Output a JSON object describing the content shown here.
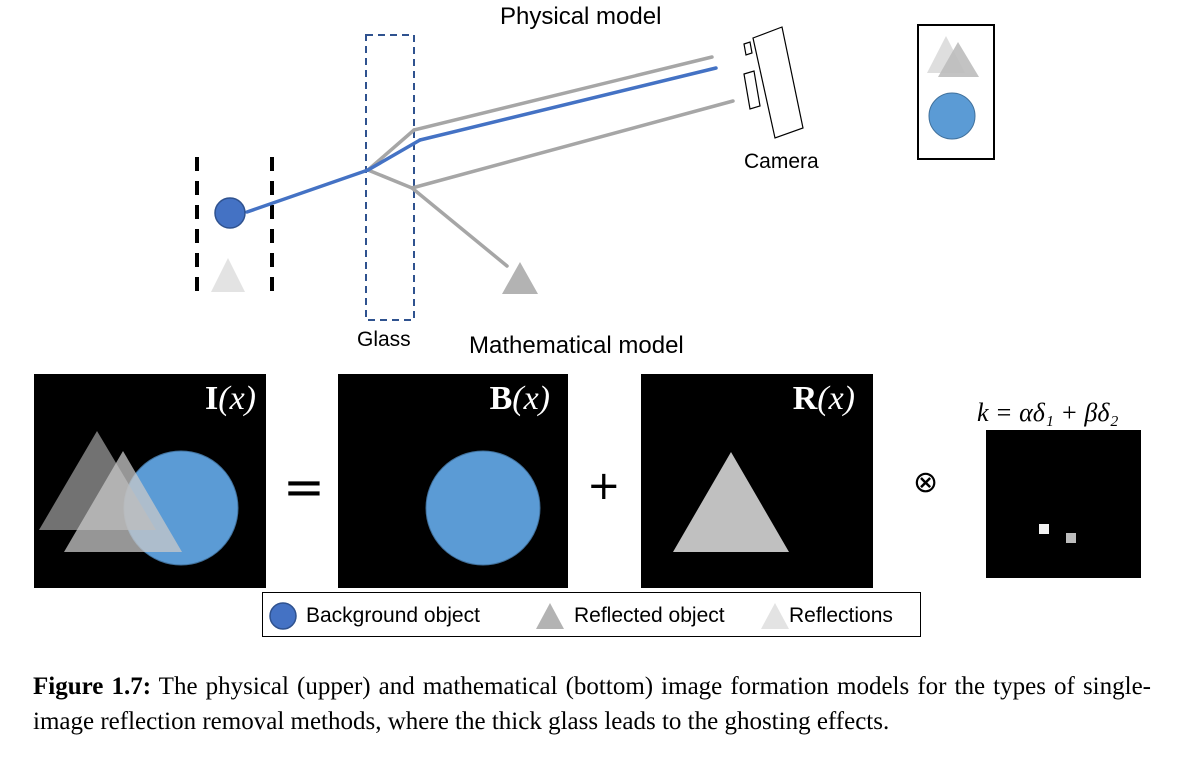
{
  "physical_model": {
    "title": "Physical model",
    "glass_label": "Glass",
    "camera_label": "Camera"
  },
  "mathematical_model": {
    "title": "Mathematical model",
    "panels": {
      "observed": {
        "bold": "I",
        "arg": "(x)"
      },
      "background": {
        "bold": "B",
        "arg": "(x)"
      },
      "reflection": {
        "bold": "R",
        "arg": "(x)"
      }
    },
    "equals_symbol": "=",
    "plus_symbol": "+",
    "convolve_symbol": "⊗",
    "kernel_formula": "k = αδ₁ + βδ₂"
  },
  "legend": {
    "items": [
      {
        "label": "Background object",
        "icon": "blue-circle-icon"
      },
      {
        "label": "Reflected object",
        "icon": "gray-triangle-icon"
      },
      {
        "label": "Reflections",
        "icon": "light-triangle-icon"
      }
    ]
  },
  "caption": {
    "label": "Figure 1.7:",
    "text": "The physical (upper) and mathematical (bottom) image formation models for the types of single-image reflection removal methods, where the thick glass leads to the ghosting effects."
  },
  "colors": {
    "ray_blue": "#4472c4",
    "ray_gray": "#a6a6a6",
    "circle_blue": "#5b9bd5",
    "reflected_gray": "#b3b3b3",
    "reflection_light": "#e3e3e3"
  }
}
